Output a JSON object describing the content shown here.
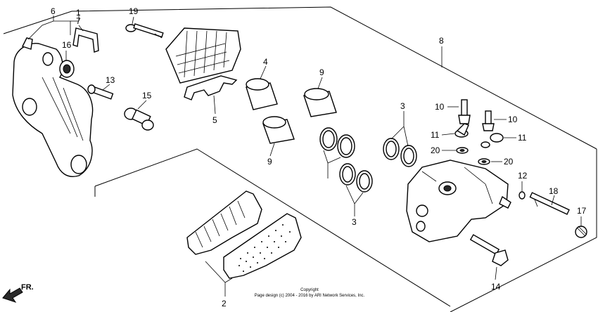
{
  "callouts": [
    {
      "id": "c1",
      "text": "1"
    },
    {
      "id": "c2",
      "text": "2"
    },
    {
      "id": "c3a",
      "text": "3"
    },
    {
      "id": "c3b",
      "text": "3"
    },
    {
      "id": "c4",
      "text": "4"
    },
    {
      "id": "c5",
      "text": "5"
    },
    {
      "id": "c6",
      "text": "6"
    },
    {
      "id": "c7",
      "text": "7"
    },
    {
      "id": "c8",
      "text": "8"
    },
    {
      "id": "c9a",
      "text": "9"
    },
    {
      "id": "c9b",
      "text": "9"
    },
    {
      "id": "c10a",
      "text": "10"
    },
    {
      "id": "c10b",
      "text": "10"
    },
    {
      "id": "c11a",
      "text": "11"
    },
    {
      "id": "c11b",
      "text": "11"
    },
    {
      "id": "c12",
      "text": "12"
    },
    {
      "id": "c13",
      "text": "13"
    },
    {
      "id": "c14",
      "text": "14"
    },
    {
      "id": "c15",
      "text": "15"
    },
    {
      "id": "c16",
      "text": "16"
    },
    {
      "id": "c17",
      "text": "17"
    },
    {
      "id": "c18",
      "text": "18"
    },
    {
      "id": "c19",
      "text": "19"
    },
    {
      "id": "c20a",
      "text": "20"
    },
    {
      "id": "c20b",
      "text": "20"
    }
  ],
  "copyright": {
    "line1": "Copyright",
    "line2": "Page design (c) 2004 - 2016 by ARI Network Services, Inc."
  },
  "direction": {
    "label": "FR."
  }
}
